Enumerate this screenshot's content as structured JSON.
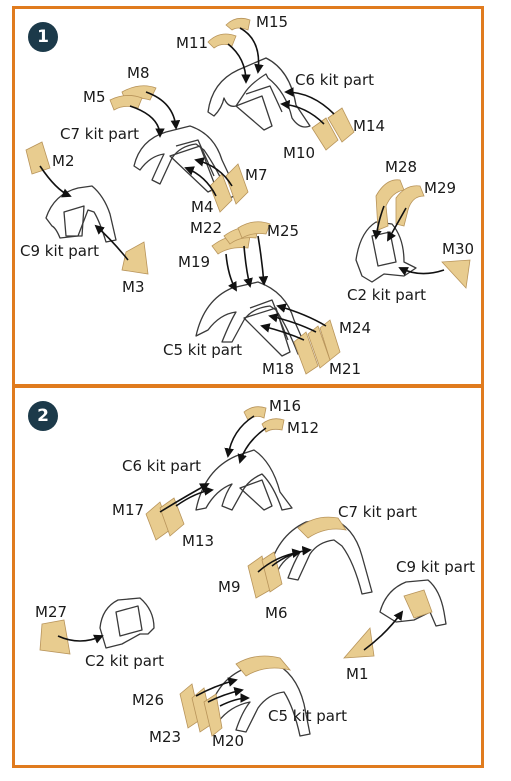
{
  "steps": [
    {
      "number": "1",
      "labels": {
        "M15": "M15",
        "M11": "M11",
        "C6": "C6 kit part",
        "M14": "M14",
        "M10": "M10",
        "M8": "M8",
        "M5": "M5",
        "C7": "C7 kit part",
        "M7": "M7",
        "M4": "M4",
        "M2": "M2",
        "C9": "C9 kit part",
        "M3": "M3",
        "M28": "M28",
        "M29": "M29",
        "M30": "M30",
        "C2": "C2 kit part",
        "M22": "M22",
        "M25": "M25",
        "M19": "M19",
        "C5": "C5 kit part",
        "M24": "M24",
        "M18": "M18",
        "M21": "M21"
      }
    },
    {
      "number": "2",
      "labels": {
        "M16": "M16",
        "M12": "M12",
        "C6": "C6 kit part",
        "M17": "M17",
        "M13": "M13",
        "C7": "C7 kit part",
        "M9": "M9",
        "M6": "M6",
        "C9": "C9 kit part",
        "M1": "M1",
        "M27": "M27",
        "C2": "C2 kit part",
        "M26": "M26",
        "M23": "M23",
        "M20": "M20",
        "C5": "C5 kit part"
      }
    }
  ],
  "colors": {
    "frame": "#e07b1e",
    "badge": "#1c3a4a",
    "part_fill": "#e8cc8f",
    "outline": "#3a3a3a"
  }
}
